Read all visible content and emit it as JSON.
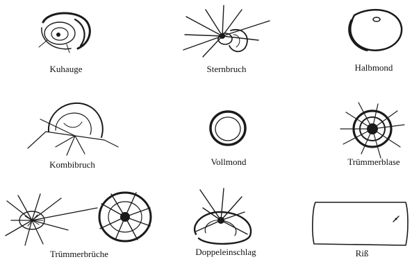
{
  "figure": {
    "items": [
      {
        "label": "Kuhauge",
        "icon": "kuhauge-damage-icon"
      },
      {
        "label": "Sternbruch",
        "icon": "sternbruch-damage-icon"
      },
      {
        "label": "Halbmond",
        "icon": "halbmond-damage-icon"
      },
      {
        "label": "Kombibruch",
        "icon": "kombibruch-damage-icon"
      },
      {
        "label": "Vollmond",
        "icon": "vollmond-damage-icon"
      },
      {
        "label": "Trümmerblase",
        "icon": "truemmerblase-damage-icon"
      },
      {
        "label": "Trümmerbrüche",
        "icon": "truemmerbrueche-damage-icon"
      },
      {
        "label": "Doppeleinschlag",
        "icon": "doppeleinschlag-damage-icon"
      },
      {
        "label": "Riß",
        "icon": "riss-damage-icon"
      }
    ]
  }
}
